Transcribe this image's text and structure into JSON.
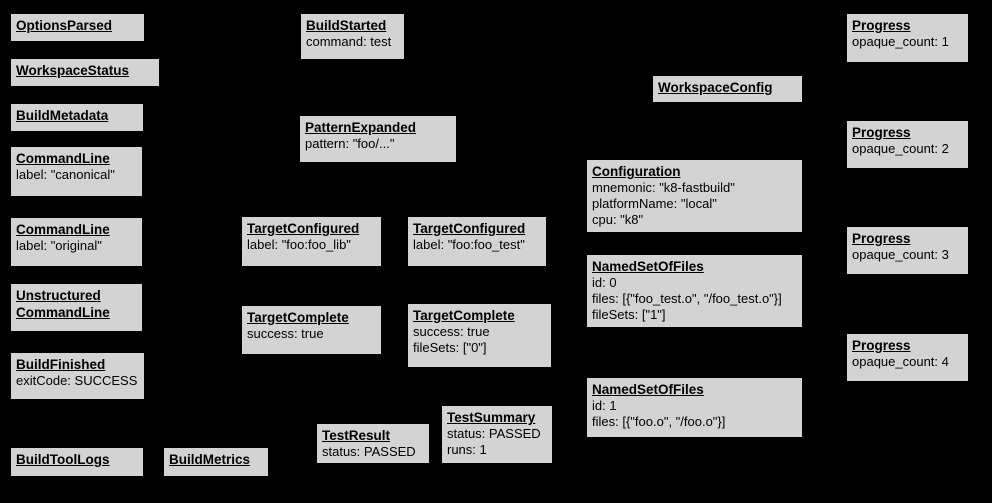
{
  "diagram": {
    "background_color": "#000000",
    "node_fill_color": "#d3d3d3",
    "node_border_color": "#000000",
    "node_text_color": "#000000"
  },
  "nodes": [
    {
      "title": "OptionsParsed",
      "body": ""
    },
    {
      "title": "WorkspaceStatus",
      "body": ""
    },
    {
      "title": "BuildMetadata",
      "body": ""
    },
    {
      "title": "CommandLine",
      "body": "label: \"canonical\""
    },
    {
      "title": "CommandLine",
      "body": "label: \"original\""
    },
    {
      "title": "Unstructured\nCommandLine",
      "body": ""
    },
    {
      "title": "BuildFinished",
      "body": "exitCode: SUCCESS"
    },
    {
      "title": "BuildToolLogs",
      "body": ""
    },
    {
      "title": "BuildMetrics",
      "body": ""
    },
    {
      "title": "BuildStarted",
      "body": "command: test"
    },
    {
      "title": "PatternExpanded",
      "body": "pattern: \"foo/...\""
    },
    {
      "title": "TargetConfigured",
      "body": "label: \"foo:foo_lib\""
    },
    {
      "title": "TargetConfigured",
      "body": "label: \"foo:foo_test\""
    },
    {
      "title": "TargetComplete",
      "body": "success: true"
    },
    {
      "title": "TargetComplete",
      "body": "success: true\nfileSets: [\"0\"]"
    },
    {
      "title": "TestResult",
      "body": "status: PASSED"
    },
    {
      "title": "TestSummary",
      "body": "status: PASSED\nruns: 1"
    },
    {
      "title": "WorkspaceConfig",
      "body": ""
    },
    {
      "title": "Configuration",
      "body": "mnemonic: \"k8-fastbuild\"\nplatformName: \"local\"\ncpu: \"k8\""
    },
    {
      "title": "NamedSetOfFiles",
      "body": "id: 0\nfiles: [{\"foo_test.o\", \"/foo_test.o\"}]\nfileSets: [\"1\"]"
    },
    {
      "title": "NamedSetOfFiles",
      "body": "id: 1\nfiles: [{\"foo.o\", \"/foo.o\"}]"
    },
    {
      "title": "Progress",
      "body": "opaque_count: 1"
    },
    {
      "title": "Progress",
      "body": "opaque_count: 2"
    },
    {
      "title": "Progress",
      "body": "opaque_count: 3"
    },
    {
      "title": "Progress",
      "body": "opaque_count: 4"
    }
  ]
}
